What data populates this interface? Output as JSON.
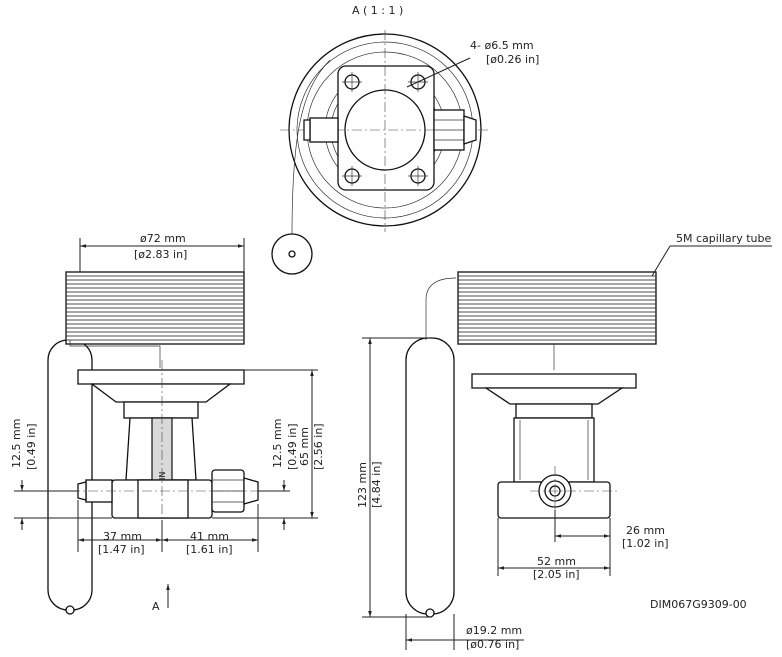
{
  "view_title": "A ( 1 : 1 )",
  "hole_label_mm": "4- ø6.5 mm",
  "hole_label_in": "[ø0.26 in]",
  "capillary_label": "5M capillary tube",
  "dia72_mm": "ø72 mm",
  "dia72_in": "[ø2.83 in]",
  "h12_mm": "12.5 mm",
  "h12_in": "[0.49 in]",
  "h12b_mm": "12.5 mm",
  "h12b_in": "[0.49 in]",
  "h65_mm": "65 mm",
  "h65_in": "[2.56 in]",
  "w37_mm": "37 mm",
  "w37_in": "[1.47 in]",
  "w41_mm": "41 mm",
  "w41_in": "[1.61 in]",
  "h123_mm": "123 mm",
  "h123_in": "[4.84 in]",
  "w26_mm": "26 mm",
  "w26_in": "[1.02 in]",
  "w52_mm": "52 mm",
  "w52_in": "[2.05 in]",
  "dia19_mm": "ø19.2 mm",
  "dia19_in": "[ø0.76 in]",
  "view_arrow_label": "A",
  "drawing_id": "DIM067G9309-00"
}
